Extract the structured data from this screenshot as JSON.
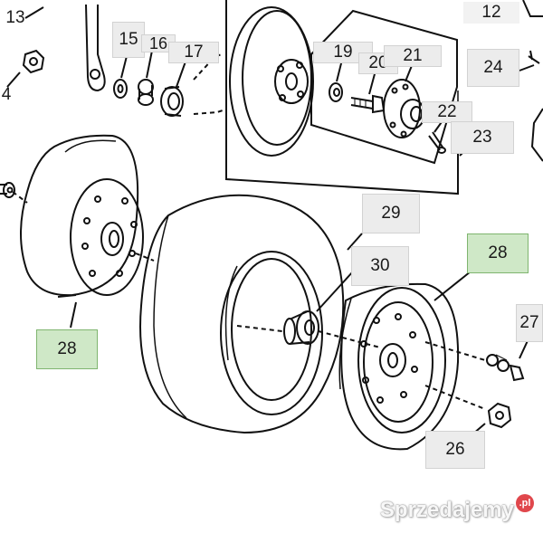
{
  "callouts": {
    "c12": "12",
    "c13": "13",
    "c14": "4",
    "c15": "15",
    "c16": "16",
    "c17": "17",
    "c19": "19",
    "c20": "20",
    "c21": "21",
    "c22": "22",
    "c23": "23",
    "c24": "24",
    "c26": "26",
    "c27": "27",
    "c28_left": "28",
    "c28_right": "28",
    "c29": "29",
    "c30": "30"
  },
  "highlight_color": "#cfe8c7",
  "watermark": {
    "text": "Sprzedajemy",
    "badge": ".pl"
  }
}
